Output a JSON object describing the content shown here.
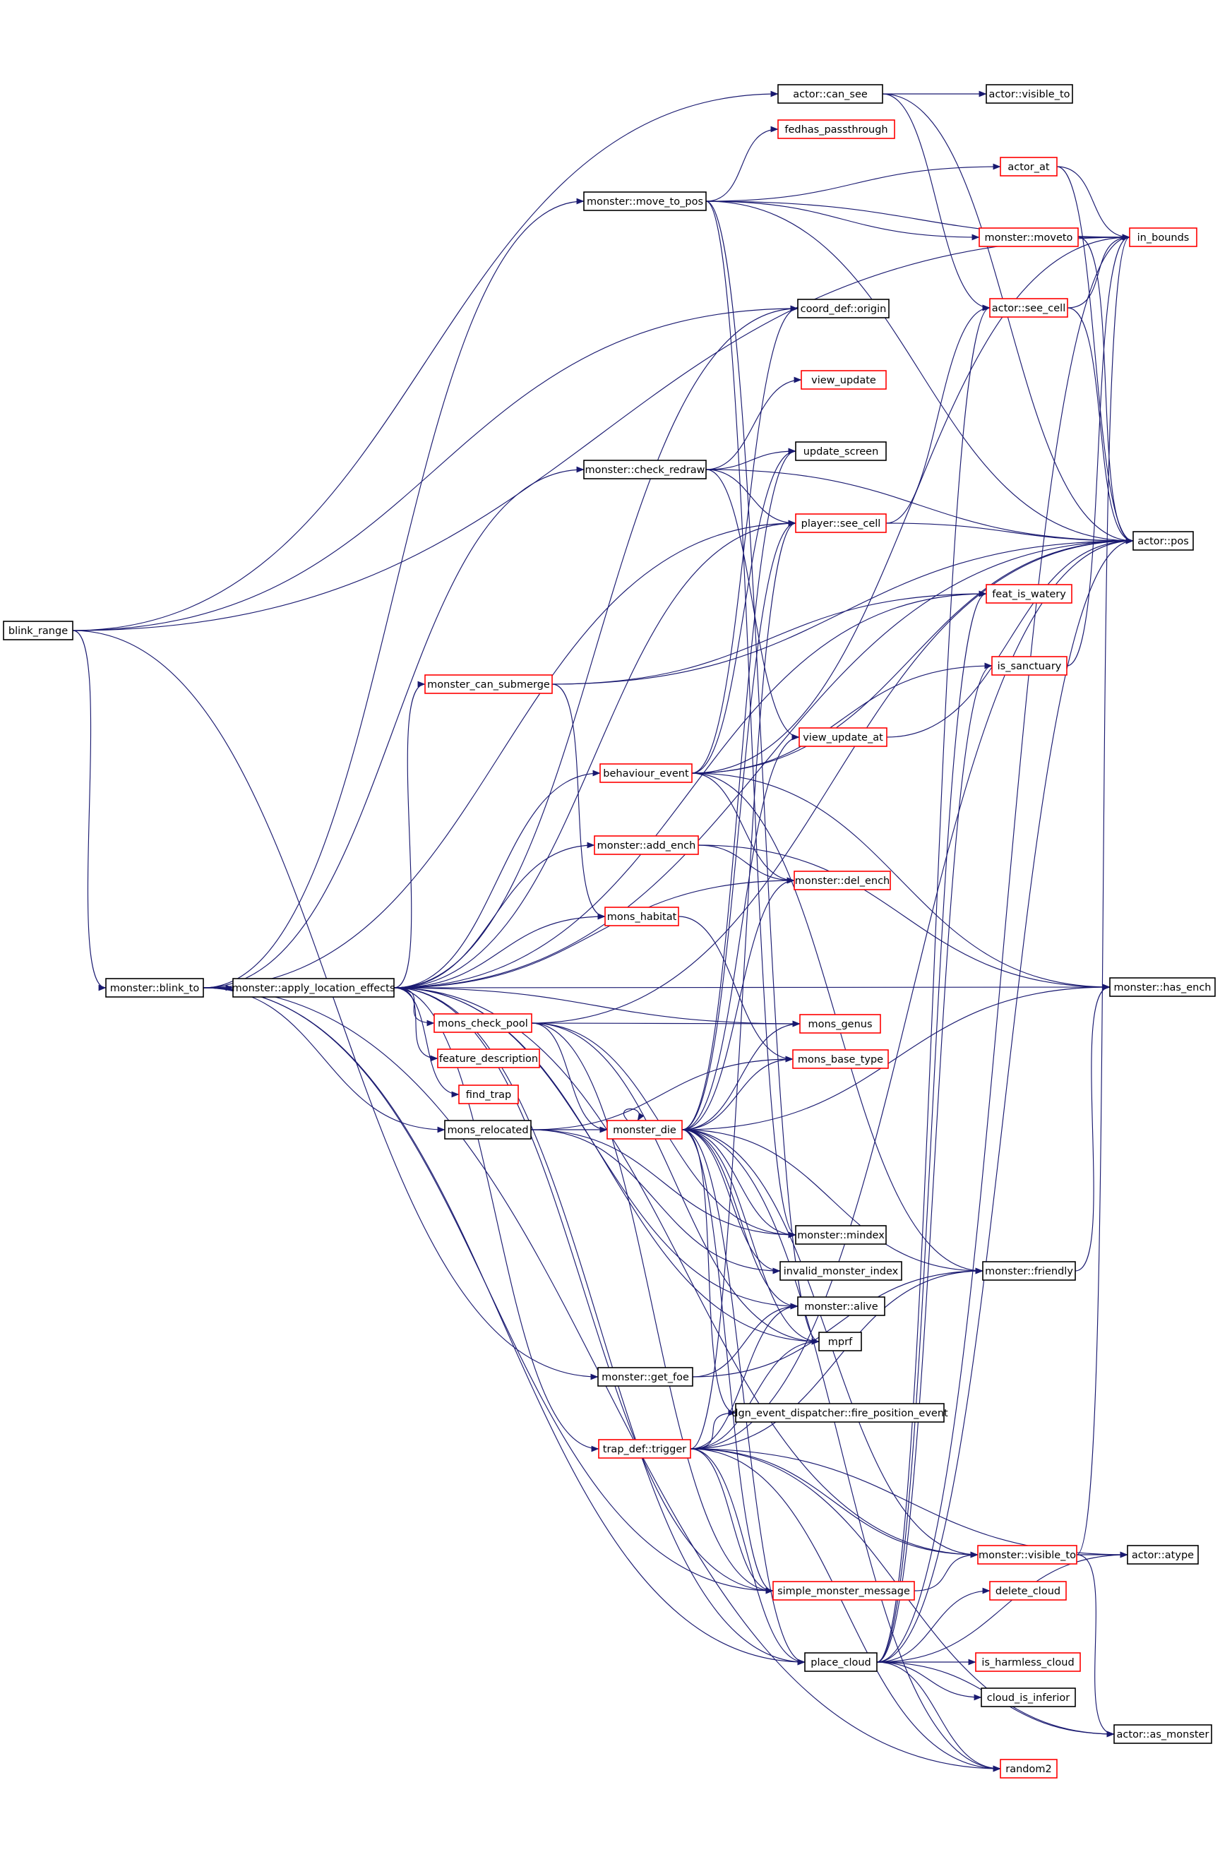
{
  "colors": {
    "edge": "#191970",
    "border_documented": "#000000",
    "border_undocumented": "#ff0000",
    "root_fill": "#bfbfbf"
  },
  "nodes": [
    {
      "id": "blink_range",
      "label": "blink_range",
      "style": "root"
    },
    {
      "id": "blink_to",
      "label": "monster::blink_to",
      "style": "black"
    },
    {
      "id": "apply_loc",
      "label": "monster::apply_location_effects",
      "style": "black"
    },
    {
      "id": "can_see",
      "label": "actor::can_see",
      "style": "black"
    },
    {
      "id": "visible_to_actor",
      "label": "actor::visible_to",
      "style": "black"
    },
    {
      "id": "fedhas",
      "label": "fedhas_passthrough",
      "style": "red"
    },
    {
      "id": "move_to_pos",
      "label": "monster::move_to_pos",
      "style": "black"
    },
    {
      "id": "actor_at",
      "label": "actor_at",
      "style": "red"
    },
    {
      "id": "in_bounds",
      "label": "in_bounds",
      "style": "red"
    },
    {
      "id": "moveto",
      "label": "monster::moveto",
      "style": "red"
    },
    {
      "id": "actor_see_cell",
      "label": "actor::see_cell",
      "style": "red"
    },
    {
      "id": "origin",
      "label": "coord_def::origin",
      "style": "black"
    },
    {
      "id": "view_update",
      "label": "view_update",
      "style": "red"
    },
    {
      "id": "update_screen",
      "label": "update_screen",
      "style": "black"
    },
    {
      "id": "check_redraw",
      "label": "monster::check_redraw",
      "style": "black"
    },
    {
      "id": "player_see_cell",
      "label": "player::see_cell",
      "style": "red"
    },
    {
      "id": "actor_pos",
      "label": "actor::pos",
      "style": "black"
    },
    {
      "id": "feat_is_watery",
      "label": "feat_is_watery",
      "style": "red"
    },
    {
      "id": "can_submerge",
      "label": "monster_can_submerge",
      "style": "red"
    },
    {
      "id": "is_sanctuary",
      "label": "is_sanctuary",
      "style": "red"
    },
    {
      "id": "view_update_at",
      "label": "view_update_at",
      "style": "red"
    },
    {
      "id": "behaviour_event",
      "label": "behaviour_event",
      "style": "red"
    },
    {
      "id": "add_ench",
      "label": "monster::add_ench",
      "style": "red"
    },
    {
      "id": "del_ench",
      "label": "monster::del_ench",
      "style": "red"
    },
    {
      "id": "mons_habitat",
      "label": "mons_habitat",
      "style": "red"
    },
    {
      "id": "has_ench",
      "label": "monster::has_ench",
      "style": "black"
    },
    {
      "id": "mons_check_pool",
      "label": "mons_check_pool",
      "style": "red"
    },
    {
      "id": "mons_genus",
      "label": "mons_genus",
      "style": "red"
    },
    {
      "id": "feature_description",
      "label": "feature_description",
      "style": "red"
    },
    {
      "id": "mons_base_type",
      "label": "mons_base_type",
      "style": "red"
    },
    {
      "id": "find_trap",
      "label": "find_trap",
      "style": "red"
    },
    {
      "id": "mons_relocated",
      "label": "mons_relocated",
      "style": "black"
    },
    {
      "id": "monster_die",
      "label": "monster_die",
      "style": "red"
    },
    {
      "id": "mindex",
      "label": "monster::mindex",
      "style": "black"
    },
    {
      "id": "invalid_index",
      "label": "invalid_monster_index",
      "style": "black"
    },
    {
      "id": "friendly",
      "label": "monster::friendly",
      "style": "black"
    },
    {
      "id": "alive",
      "label": "monster::alive",
      "style": "black"
    },
    {
      "id": "mprf",
      "label": "mprf",
      "style": "black"
    },
    {
      "id": "get_foe",
      "label": "monster::get_foe",
      "style": "black"
    },
    {
      "id": "fire_event",
      "label": "dgn_event_dispatcher::fire_position_event",
      "style": "black"
    },
    {
      "id": "trap_trigger",
      "label": "trap_def::trigger",
      "style": "red"
    },
    {
      "id": "visible_to",
      "label": "monster::visible_to",
      "style": "red"
    },
    {
      "id": "atype",
      "label": "actor::atype",
      "style": "black"
    },
    {
      "id": "simple_msg",
      "label": "simple_monster_message",
      "style": "red"
    },
    {
      "id": "delete_cloud",
      "label": "delete_cloud",
      "style": "red"
    },
    {
      "id": "place_cloud",
      "label": "place_cloud",
      "style": "black"
    },
    {
      "id": "harmless_cloud",
      "label": "is_harmless_cloud",
      "style": "red"
    },
    {
      "id": "cloud_inferior",
      "label": "cloud_is_inferior",
      "style": "black"
    },
    {
      "id": "as_monster",
      "label": "actor::as_monster",
      "style": "black"
    },
    {
      "id": "random2",
      "label": "random2",
      "style": "red"
    }
  ],
  "edges": [
    [
      "blink_range",
      "can_see"
    ],
    [
      "blink_range",
      "in_bounds"
    ],
    [
      "blink_range",
      "origin"
    ],
    [
      "blink_range",
      "blink_to"
    ],
    [
      "blink_range",
      "get_foe"
    ],
    [
      "blink_to",
      "move_to_pos"
    ],
    [
      "blink_to",
      "check_redraw"
    ],
    [
      "blink_to",
      "apply_loc"
    ],
    [
      "blink_to",
      "mons_relocated"
    ],
    [
      "blink_to",
      "player_see_cell"
    ],
    [
      "blink_to",
      "simple_msg"
    ],
    [
      "blink_to",
      "place_cloud"
    ],
    [
      "blink_to",
      "random2"
    ],
    [
      "can_see",
      "visible_to_actor"
    ],
    [
      "can_see",
      "actor_see_cell"
    ],
    [
      "can_see",
      "actor_pos"
    ],
    [
      "move_to_pos",
      "fedhas"
    ],
    [
      "move_to_pos",
      "actor_at"
    ],
    [
      "move_to_pos",
      "moveto"
    ],
    [
      "move_to_pos",
      "actor_pos"
    ],
    [
      "move_to_pos",
      "in_bounds"
    ],
    [
      "move_to_pos",
      "mprf"
    ],
    [
      "move_to_pos",
      "mindex"
    ],
    [
      "actor_at",
      "in_bounds"
    ],
    [
      "actor_at",
      "actor_pos"
    ],
    [
      "moveto",
      "in_bounds"
    ],
    [
      "moveto",
      "actor_pos"
    ],
    [
      "actor_see_cell",
      "in_bounds"
    ],
    [
      "actor_see_cell",
      "actor_pos"
    ],
    [
      "check_redraw",
      "view_update"
    ],
    [
      "check_redraw",
      "update_screen"
    ],
    [
      "check_redraw",
      "player_see_cell"
    ],
    [
      "check_redraw",
      "view_update_at"
    ],
    [
      "check_redraw",
      "actor_pos"
    ],
    [
      "player_see_cell",
      "actor_pos"
    ],
    [
      "player_see_cell",
      "actor_see_cell"
    ],
    [
      "can_submerge",
      "feat_is_watery"
    ],
    [
      "can_submerge",
      "actor_pos"
    ],
    [
      "can_submerge",
      "mons_habitat"
    ],
    [
      "is_sanctuary",
      "in_bounds"
    ],
    [
      "view_update_at",
      "actor_pos"
    ],
    [
      "behaviour_event",
      "origin"
    ],
    [
      "behaviour_event",
      "update_screen"
    ],
    [
      "behaviour_event",
      "is_sanctuary"
    ],
    [
      "behaviour_event",
      "actor_pos"
    ],
    [
      "behaviour_event",
      "del_ench"
    ],
    [
      "behaviour_event",
      "has_ench"
    ],
    [
      "behaviour_event",
      "friendly"
    ],
    [
      "behaviour_event",
      "in_bounds"
    ],
    [
      "add_ench",
      "del_ench"
    ],
    [
      "add_ench",
      "has_ench"
    ],
    [
      "mons_habitat",
      "mons_base_type"
    ],
    [
      "apply_loc",
      "origin"
    ],
    [
      "apply_loc",
      "feat_is_watery"
    ],
    [
      "apply_loc",
      "actor_pos"
    ],
    [
      "apply_loc",
      "player_see_cell"
    ],
    [
      "apply_loc",
      "can_submerge"
    ],
    [
      "apply_loc",
      "behaviour_event"
    ],
    [
      "apply_loc",
      "add_ench"
    ],
    [
      "apply_loc",
      "del_ench"
    ],
    [
      "apply_loc",
      "mons_habitat"
    ],
    [
      "apply_loc",
      "mons_genus"
    ],
    [
      "apply_loc",
      "has_ench"
    ],
    [
      "apply_loc",
      "mons_check_pool"
    ],
    [
      "apply_loc",
      "feature_description"
    ],
    [
      "apply_loc",
      "find_trap"
    ],
    [
      "apply_loc",
      "alive"
    ],
    [
      "apply_loc",
      "mprf"
    ],
    [
      "apply_loc",
      "trap_trigger"
    ],
    [
      "apply_loc",
      "simple_msg"
    ],
    [
      "apply_loc",
      "visible_to"
    ],
    [
      "apply_loc",
      "place_cloud"
    ],
    [
      "mons_check_pool",
      "mons_genus"
    ],
    [
      "mons_check_pool",
      "actor_pos"
    ],
    [
      "mons_check_pool",
      "monster_die"
    ],
    [
      "mons_check_pool",
      "mindex"
    ],
    [
      "mons_check_pool",
      "mprf"
    ],
    [
      "mons_check_pool",
      "simple_msg"
    ],
    [
      "mons_relocated",
      "monster_die"
    ],
    [
      "mons_relocated",
      "mons_base_type"
    ],
    [
      "mons_relocated",
      "mindex"
    ],
    [
      "mons_relocated",
      "invalid_index"
    ],
    [
      "monster_die",
      "monster_die"
    ],
    [
      "monster_die",
      "mons_base_type"
    ],
    [
      "monster_die",
      "has_ench"
    ],
    [
      "monster_die",
      "friendly"
    ],
    [
      "monster_die",
      "visible_to"
    ],
    [
      "monster_die",
      "mindex"
    ],
    [
      "monster_die",
      "invalid_index"
    ],
    [
      "monster_die",
      "alive"
    ],
    [
      "monster_die",
      "mprf"
    ],
    [
      "monster_die",
      "fire_event"
    ],
    [
      "monster_die",
      "simple_msg"
    ],
    [
      "monster_die",
      "place_cloud"
    ],
    [
      "monster_die",
      "random2"
    ],
    [
      "monster_die",
      "player_see_cell"
    ],
    [
      "monster_die",
      "view_update_at"
    ],
    [
      "monster_die",
      "del_ench"
    ],
    [
      "monster_die",
      "mons_genus"
    ],
    [
      "monster_die",
      "update_screen"
    ],
    [
      "friendly",
      "has_ench"
    ],
    [
      "get_foe",
      "friendly"
    ],
    [
      "get_foe",
      "alive"
    ],
    [
      "trap_trigger",
      "player_see_cell"
    ],
    [
      "trap_trigger",
      "friendly"
    ],
    [
      "trap_trigger",
      "alive"
    ],
    [
      "trap_trigger",
      "mprf"
    ],
    [
      "trap_trigger",
      "fire_event"
    ],
    [
      "trap_trigger",
      "atype"
    ],
    [
      "trap_trigger",
      "visible_to"
    ],
    [
      "trap_trigger",
      "simple_msg"
    ],
    [
      "trap_trigger",
      "place_cloud"
    ],
    [
      "trap_trigger",
      "random2"
    ],
    [
      "trap_trigger",
      "actor_pos"
    ],
    [
      "trap_trigger",
      "as_monster"
    ],
    [
      "visible_to",
      "atype"
    ],
    [
      "visible_to",
      "as_monster"
    ],
    [
      "visible_to",
      "in_bounds"
    ],
    [
      "simple_msg",
      "visible_to"
    ],
    [
      "place_cloud",
      "delete_cloud"
    ],
    [
      "place_cloud",
      "harmless_cloud"
    ],
    [
      "place_cloud",
      "cloud_inferior"
    ],
    [
      "place_cloud",
      "random2"
    ],
    [
      "place_cloud",
      "atype"
    ],
    [
      "place_cloud",
      "as_monster"
    ],
    [
      "place_cloud",
      "actor_pos"
    ],
    [
      "place_cloud",
      "in_bounds"
    ],
    [
      "place_cloud",
      "is_sanctuary"
    ],
    [
      "place_cloud",
      "feat_is_watery"
    ],
    [
      "place_cloud",
      "actor_see_cell"
    ]
  ]
}
